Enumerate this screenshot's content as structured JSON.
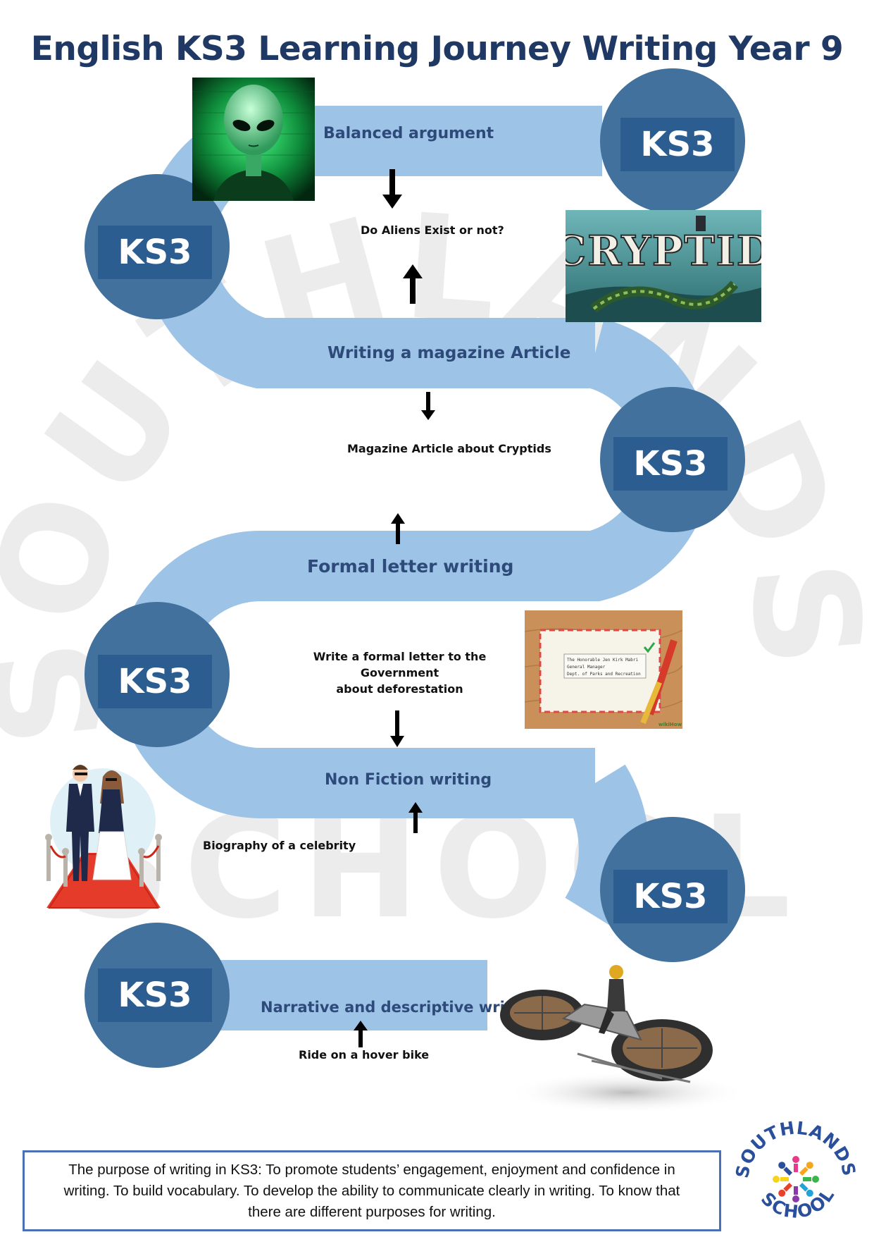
{
  "title": "English KS3 Learning Journey Writing Year 9",
  "watermark": "SOUTHLANDS SCHOOL",
  "badge_label": "KS3",
  "steps": [
    {
      "label": "Balanced argument",
      "task": "Do Aliens Exist or not?"
    },
    {
      "label": "Writing a magazine Article",
      "task": "Magazine Article about Cryptids"
    },
    {
      "label": "Formal letter writing",
      "task_lines": [
        "Write a formal letter to the",
        "Government",
        "about deforestation"
      ]
    },
    {
      "label": "Non Fiction writing",
      "task": "Biography of a celebrity"
    },
    {
      "label": "Narrative and descriptive writing",
      "task": "Ride on a hover bike"
    }
  ],
  "images": {
    "cryptid_text": "CRYPTID",
    "letter_lines": [
      "The Honorable Jen Kirk Mabri",
      "General Manager",
      "Dept. of Parks and Recreation"
    ],
    "letter_credit": "wikiHow"
  },
  "purpose": "The purpose of writing in KS3: To promote students’ engagement, enjoyment and confidence in writing. To build vocabulary. To develop the ability to communicate clearly in writing. To know that there are different purposes for writing.",
  "logo": {
    "top": "SOUTHLANDS",
    "bottom": "SCHOOL"
  },
  "colors": {
    "path": "#9dc3e6",
    "circle": "#41719c",
    "badge": "#2c5d90",
    "title": "#1f3864",
    "label": "#2e4a7a",
    "border": "#4a6fb5"
  }
}
